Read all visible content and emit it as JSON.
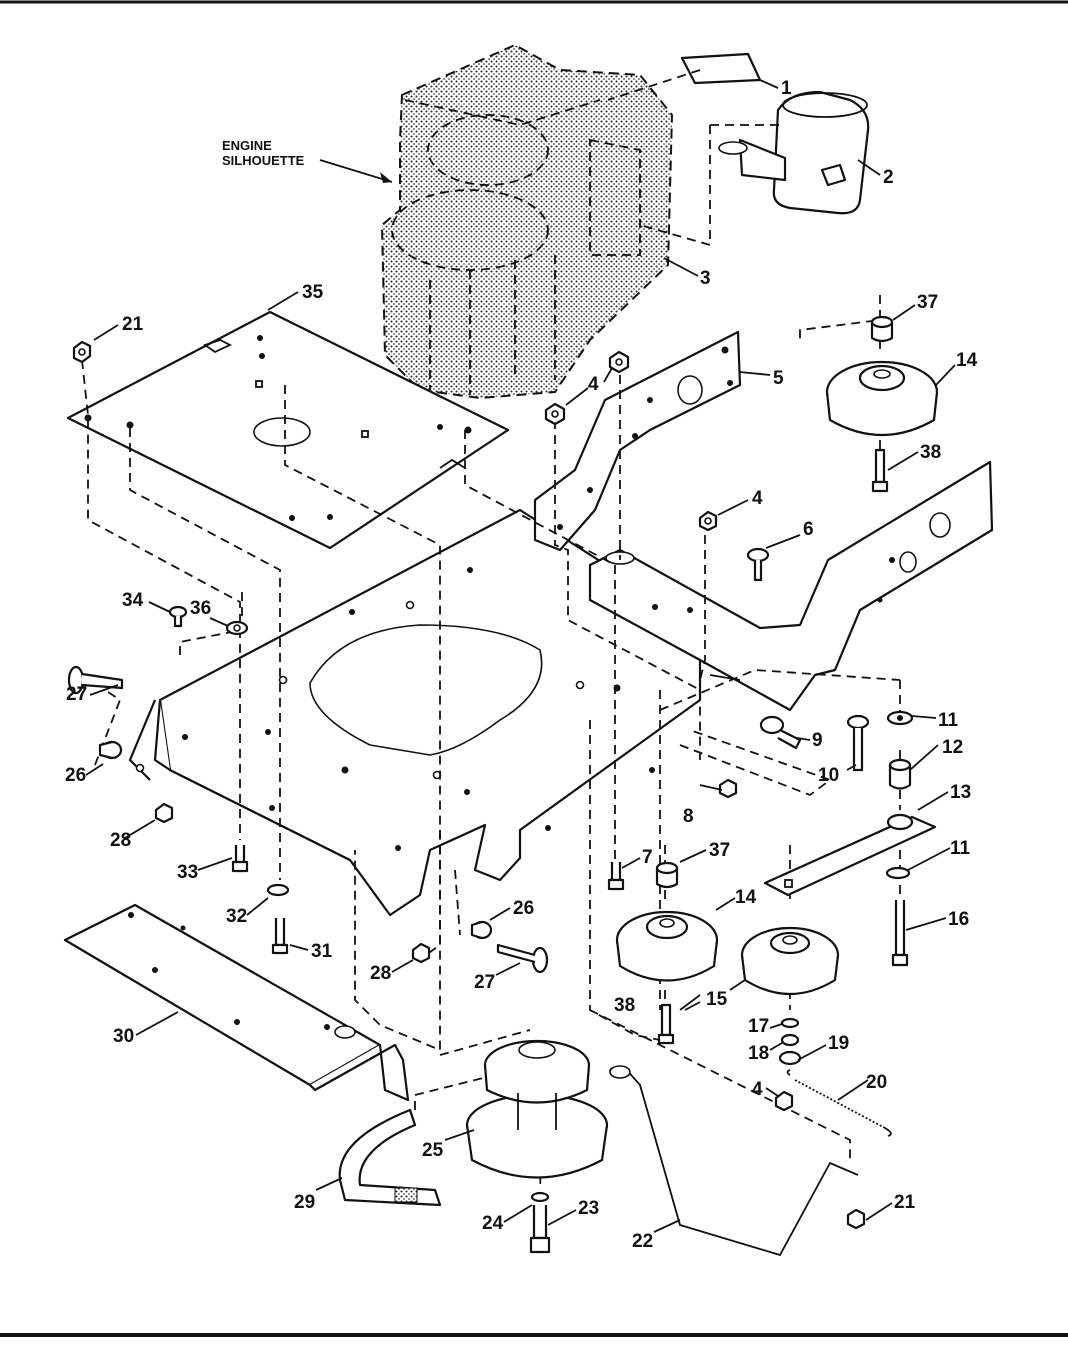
{
  "engine_label": {
    "line1": "ENGINE",
    "line2": "SILHOUETTE"
  },
  "callouts": [
    "1",
    "2",
    "3",
    "4",
    "4",
    "4",
    "5",
    "6",
    "7",
    "8",
    "9",
    "10",
    "11",
    "11",
    "12",
    "13",
    "14",
    "14",
    "15",
    "16",
    "17",
    "18",
    "19",
    "20",
    "21",
    "21",
    "22",
    "23",
    "24",
    "25",
    "26",
    "26",
    "27",
    "27",
    "28",
    "28",
    "29",
    "30",
    "31",
    "32",
    "33",
    "34",
    "35",
    "36",
    "37",
    "37",
    "38",
    "38"
  ],
  "colors": {
    "ink": "#111111",
    "paper": "#ffffff",
    "engine_fill": "#c8c8c8"
  }
}
